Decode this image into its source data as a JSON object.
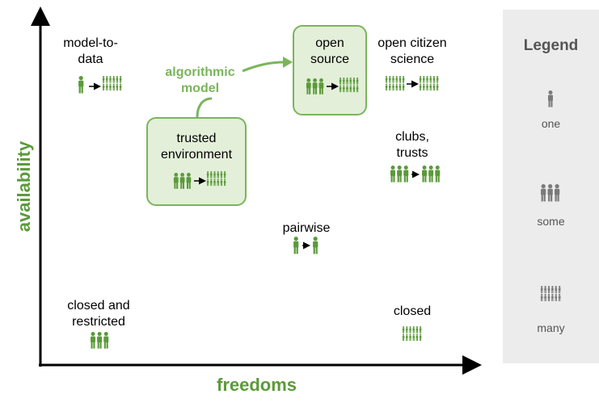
{
  "axes": {
    "x_label": "freedoms",
    "y_label": "availability"
  },
  "nodes": {
    "model_to_data": "model-to-\ndata",
    "open_source": "open\nsource",
    "open_citizen_science": "open citizen\nscience",
    "trusted_environment": "trusted\nenvironment",
    "clubs_trusts": "clubs,\ntrusts",
    "pairwise": "pairwise",
    "closed_and_restricted": "closed and\nrestricted",
    "closed": "closed"
  },
  "annotation": {
    "algorithmic_model": "algorithmic\nmodel"
  },
  "legend": {
    "title": "Legend",
    "one": "one",
    "some": "some",
    "many": "many"
  },
  "colors": {
    "green": "#5b9a3a",
    "box_fill": "#e3efd9",
    "box_border": "#7ab55c",
    "legend_bg": "#ececec",
    "legend_icon": "#7a7a7a"
  }
}
